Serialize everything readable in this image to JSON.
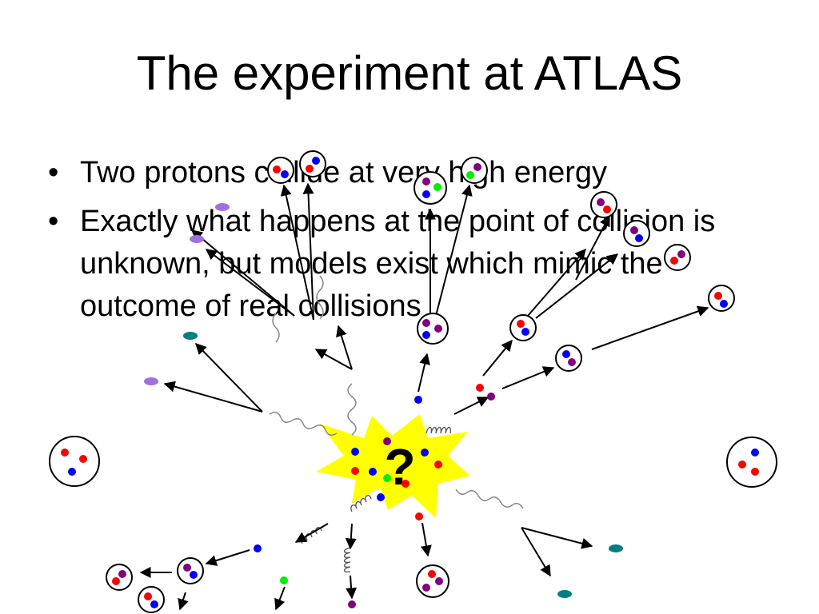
{
  "title": "The experiment at ATLAS",
  "bullets": [
    "Two protons collide at very high energy",
    "Exactly what happens at the point of collision is unknown, but models exist which mimic the outcome of real collisions"
  ],
  "diagram": {
    "center_mark": "?",
    "colors": {
      "quark_red": "#ff0000",
      "quark_blue": "#0000ff",
      "quark_green": "#00ee00",
      "quark_purple": "#800080",
      "lepton_teal": "#008080",
      "lepton_lavender": "#a070e0",
      "explosion": "#ffff00",
      "line": "#000000"
    }
  }
}
